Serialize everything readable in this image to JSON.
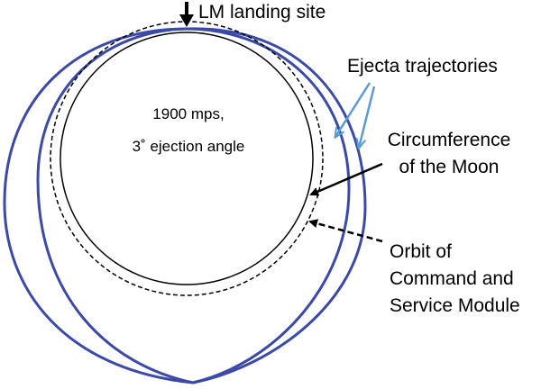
{
  "labels": {
    "landing_site": "LM landing site",
    "ejecta": "Ejecta trajectories",
    "speed": "1900 mps,",
    "angle": "3˚ ejection angle",
    "moon_line1": "Circumference",
    "moon_line2": "of the Moon",
    "orbit_line1": "Orbit of",
    "orbit_line2": "Command and",
    "orbit_line3": "Service Module"
  },
  "colors": {
    "trajectory": "#3b4aa8",
    "ejecta_arrow": "#5b9bd5",
    "moon": "#000000",
    "orbit": "#000000"
  }
}
